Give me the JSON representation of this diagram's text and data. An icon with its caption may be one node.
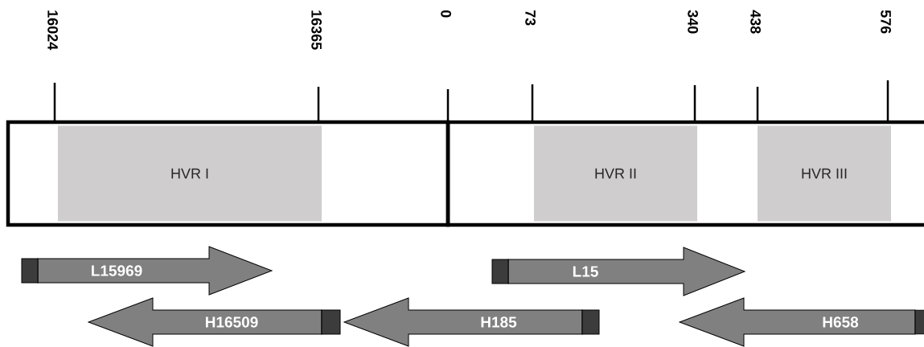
{
  "diagram": {
    "nodes": [
      {
        "text": [],
        "shape": "box"
      },
      {
        "text": [
          "HVR I"
        ],
        "in": 0
      },
      {
        "text": [],
        "shape": "box"
      },
      {
        "text": [
          "HVR II"
        ],
        "in": 2
      },
      {
        "text": [
          "HVR III"
        ],
        "in": 2
      },
      {
        "text": [
          "L15969"
        ]
      },
      {
        "text": [
          "H16509"
        ]
      },
      {
        "text": [
          "L15"
        ]
      },
      {
        "text": [
          "H185"
        ]
      },
      {
        "text": [
          "H658"
        ]
      }
    ],
    "labels": [
      "16024",
      "16365",
      "0",
      "73",
      "340",
      "438",
      "576"
    ]
  }
}
